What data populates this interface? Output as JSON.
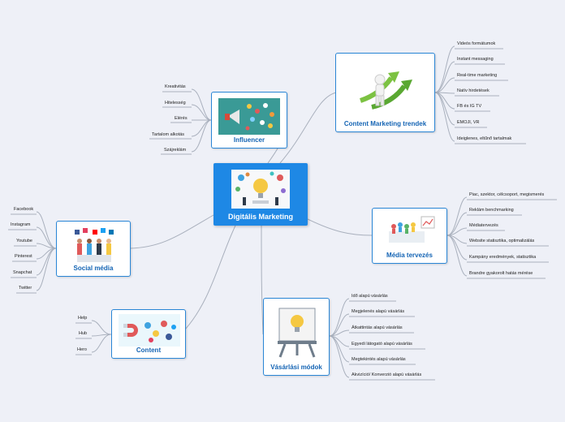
{
  "root": {
    "title": "Digitális Marketing"
  },
  "influencer": {
    "title": "Influencer",
    "items": [
      "Kreativitás",
      "Hitelesség",
      "Elérés",
      "Tartalom alkotás",
      "Szájreklám"
    ]
  },
  "content_trends": {
    "title": "Content Marketing trendek",
    "items": [
      "Videós formátumok",
      "Instant messaging",
      "Real-time marketing",
      "Natív hirdetések",
      "FB és IG TV",
      "EMOJI, VR",
      "Ideiglenes, eltűnő tartalmak"
    ]
  },
  "media_planning": {
    "title": "Média tervezés",
    "items": [
      "Piac, szektor, célcsoport, megismerés",
      "Reklám benchmarking",
      "Médiatervezés",
      "Website statisztika, optimalizálás",
      "Kampány eredmények, statisztika",
      "Brandre gyakorolt hatás mérése"
    ]
  },
  "purchase": {
    "title": "Vásárlási módok",
    "items": [
      "Idő alapú vásárlás",
      "Megjelenés alapú vásárlás",
      "Átkattintás alapú vásárlás",
      "Egyedi látogató alapú vásárlás",
      "Megtekintés alapú vásárlás",
      "Akvizíció/ Konverzió alapú vásárlás"
    ]
  },
  "social": {
    "title": "Social média",
    "items": [
      "Facebook",
      "Instagram",
      "Youtube",
      "Pinterest",
      "Snapchat",
      "Twitter"
    ]
  },
  "content": {
    "title": "Content",
    "items": [
      "Help",
      "Hub",
      "Hero"
    ]
  },
  "colors": {
    "node_border": "#2a86d6",
    "title": "#1464b4",
    "root": "#1e88e5",
    "line": "#a9b0bd",
    "background": "#eef0f7"
  }
}
